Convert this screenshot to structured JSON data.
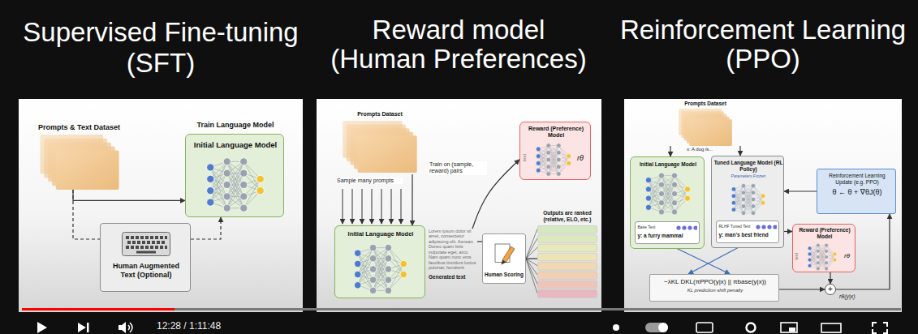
{
  "diagram": {
    "nodes": [
      {
        "text": [
          "Prompts & Text Dataset"
        ]
      },
      {
        "text": [
          "Train Language Model",
          "Initial Language Model"
        ]
      },
      {
        "text": [
          "Human Augmented Text (Optional)"
        ]
      },
      {
        "text": [
          "Prompts Dataset"
        ]
      },
      {
        "text": [
          "Initial Language Model"
        ]
      },
      {
        "text": [
          "Lorem ipsum dolor sit amet, consectetur adipiscing elit. Aenean Donec quam felis vulputate eget, arcu Nam quam nunc eros faucibus tincidunt luctus pulvinar, hendrerit",
          "Generated text"
        ]
      },
      {
        "text": [
          "Human Scoring"
        ]
      },
      {
        "text": [
          "Outputs are ranked (relative, ELO, etc.)"
        ]
      },
      {
        "text": [
          "Reward (Preference) Model",
          "text",
          "rθ"
        ]
      },
      {
        "text": [
          "Prompts Dataset"
        ]
      },
      {
        "text": [
          "Initial Language Model"
        ]
      },
      {
        "text": [
          "Base Text",
          "y: a furry mammal"
        ],
        "in": 10
      },
      {
        "text": [
          "Tuned Language Model (RL Policy)",
          "Parameters Frozen"
        ]
      },
      {
        "text": [
          "RLHF Tuned Text",
          "y: man's best friend"
        ],
        "in": 12
      },
      {
        "text": [
          "Reinforcement Learning Update (e.g. PPO)",
          "θ ← θ + ∇θJ(θ)"
        ]
      },
      {
        "text": [
          "Reward (Preference) Model",
          "text",
          "rθ"
        ]
      },
      {
        "text": [
          "−λKL DKL(πPPO(y|x) || πbase(y|x))",
          "KL prediction shift penalty"
        ]
      },
      {
        "text": [
          "+"
        ]
      }
    ],
    "edges": [
      {
        "from": 0,
        "to": 1,
        "arrow": "to"
      },
      {
        "from": 0,
        "to": 2,
        "arrow": "none"
      },
      {
        "from": 2,
        "to": 1,
        "arrow": "to"
      },
      {
        "from": 3,
        "to": 4,
        "label": "Sample many prompts",
        "arrow": "to"
      },
      {
        "from": 5,
        "to": 6,
        "arrow": "none"
      },
      {
        "from": 6,
        "to": 7,
        "arrow": "none"
      },
      {
        "from": 5,
        "to": 8,
        "label": "Train on (sample, reward) pairs",
        "arrow": "to"
      },
      {
        "from": 9,
        "to": 10,
        "arrow": "to"
      },
      {
        "from": 9,
        "to": 12,
        "arrow": "to"
      },
      {
        "from": 13,
        "to": 15,
        "arrow": "to"
      },
      {
        "from": 11,
        "to": 16,
        "arrow": "to"
      },
      {
        "from": 13,
        "to": 16,
        "arrow": "to"
      },
      {
        "from": 16,
        "to": 17,
        "arrow": "to"
      },
      {
        "from": 15,
        "to": 17,
        "arrow": "to"
      },
      {
        "from": 17,
        "to": 14,
        "arrow": "to"
      },
      {
        "from": 14,
        "to": 12,
        "arrow": "to"
      }
    ],
    "labels": [
      "Supervised Fine-tuning (SFT)",
      "Reward model (Human Preferences)",
      "Reinforcement Learning (PPO)",
      "x: A dog is...",
      "rθ(y|x)",
      "12:28 / 1:11:48"
    ]
  }
}
